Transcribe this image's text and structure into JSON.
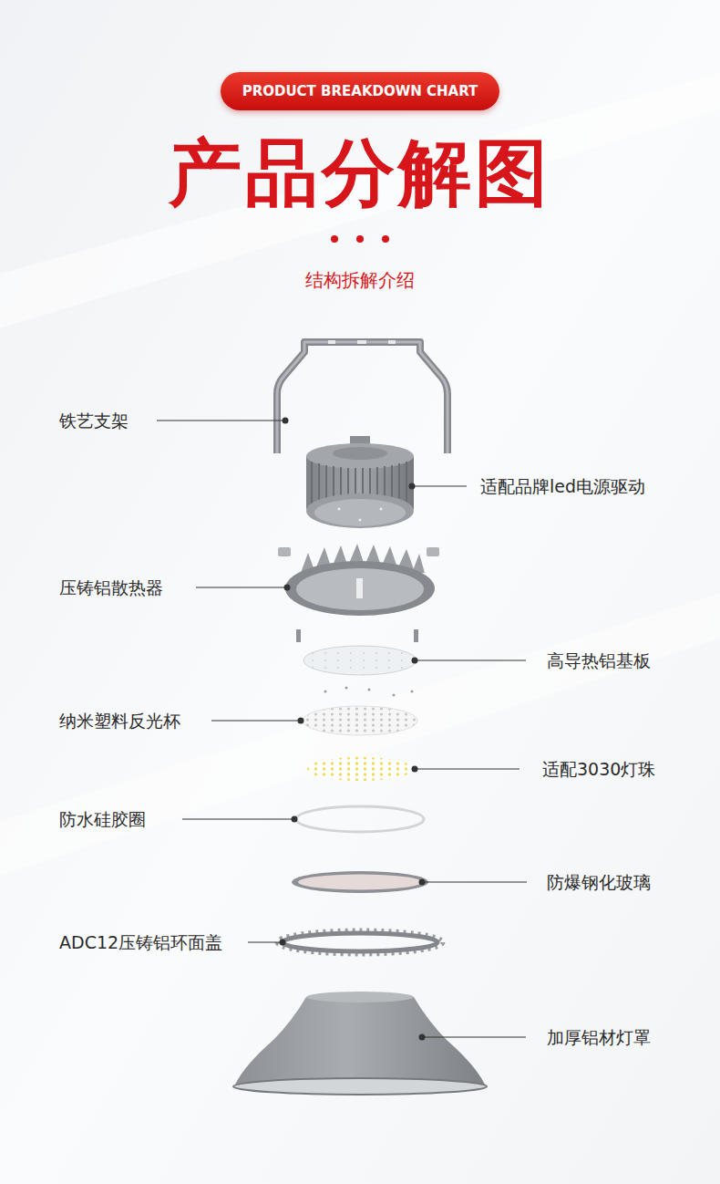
{
  "diagram": {
    "title": "产品分解图",
    "nodes": [
      {
        "text": [
          "PRODUCT BREAKDOWN CHART"
        ]
      }
    ],
    "labels": [
      "结构拆解介绍",
      "铁艺支架",
      "适配品牌led电源驱动",
      "压铸铝散热器",
      "高导热铝基板",
      "纳米塑料反光杯",
      "适配3030灯珠",
      "防水硅胶圈",
      "防爆钢化玻璃",
      "ADC12压铸铝环面盖",
      "加厚铝材灯罩"
    ]
  }
}
